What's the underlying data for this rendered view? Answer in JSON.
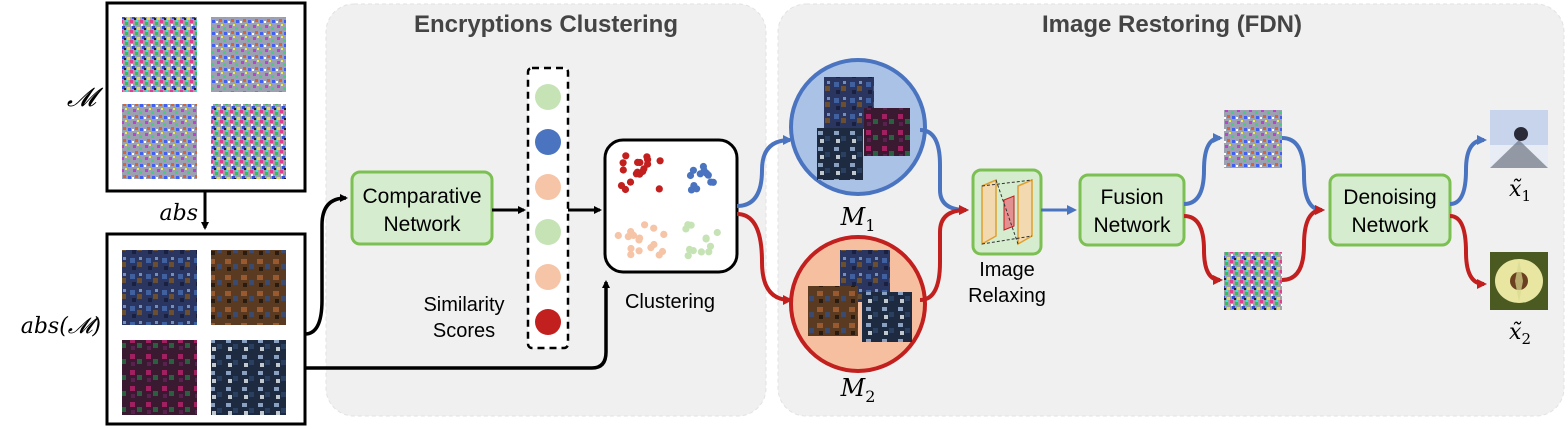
{
  "panels": {
    "clustering_title": "Encryptions Clustering",
    "restoring_title": "Image Restoring (FDN)"
  },
  "inputs": {
    "m_label": "𝓜",
    "abs_label": "abs",
    "abs_m_label": "abs(𝓜)"
  },
  "modules": {
    "comparative_line1": "Comparative",
    "comparative_line2": "Network",
    "similarity_line1": "Similarity",
    "similarity_line2": "Scores",
    "clustering": "Clustering",
    "m1_base": "M",
    "m1_sub": "1",
    "m2_base": "M",
    "m2_sub": "2",
    "relax_line1": "Image",
    "relax_line2": "Relaxing",
    "fusion_line1": "Fusion",
    "fusion_line2": "Network",
    "denoise_line1": "Denoising",
    "denoise_line2": "Network",
    "x1_base": "x̃",
    "x1_sub": "1",
    "x2_base": "x̃",
    "x2_sub": "2"
  },
  "colors": {
    "panel_bg": "#f0f0f0",
    "module_fill": "#d5eccf",
    "module_stroke": "#7cbf52",
    "blue": "#4a74c0",
    "red": "#c21f1f",
    "light_green": "#c6e3b6",
    "peach": "#f6c4a6",
    "blue_circle_fill": "#a9c2e6",
    "red_circle_fill": "#f6c0a0"
  },
  "similarity_dots": [
    "light_green",
    "blue",
    "peach",
    "light_green",
    "peach",
    "red"
  ]
}
